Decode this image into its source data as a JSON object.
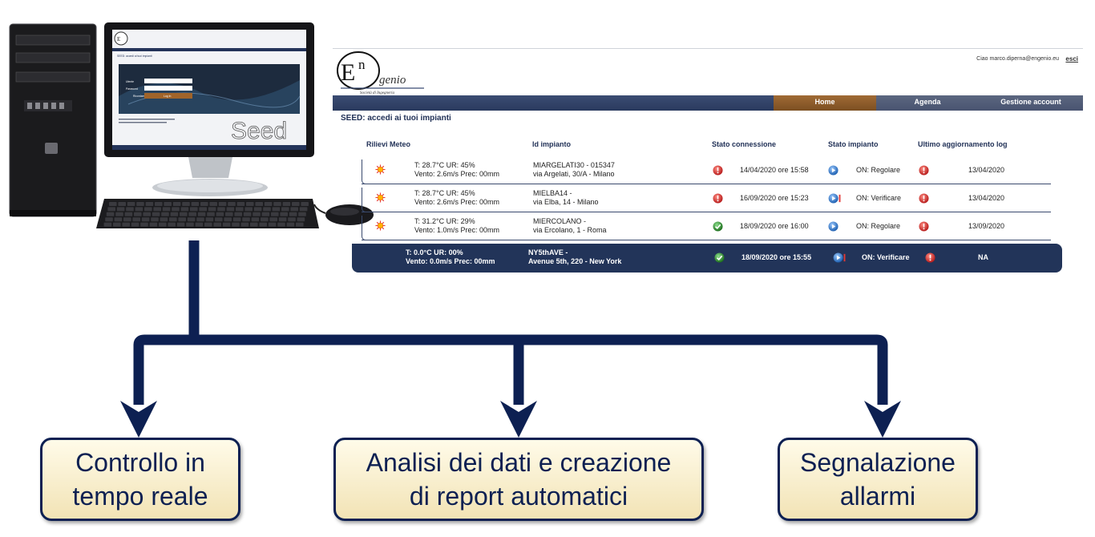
{
  "login_screen": {
    "heading": "SEED: accedi ai tuoi impianti",
    "user_label": "Utente",
    "password_label": "Password",
    "remember_label": "Ricordami",
    "login_button": "Log In",
    "brand": "Seed"
  },
  "app": {
    "logo_text": "genio",
    "logo_tagline": "Società di Ingegneria",
    "user_greeting": "Ciao marco.diperna@engenio.eu",
    "logout_label": "esci",
    "nav": {
      "home": "Home",
      "agenda": "Agenda",
      "account": "Gestione account"
    },
    "title": "SEED: accedi ai tuoi impianti",
    "columns": {
      "meteo": "Rilievi Meteo",
      "id": "Id impianto",
      "connection": "Stato connessione",
      "plant_status": "Stato impianto",
      "last_log": "Ultimo aggiornamento log"
    },
    "rows": [
      {
        "meteo_1": "T: 28.7°C UR: 45%",
        "meteo_2": "Vento: 2.6m/s Prec: 00mm",
        "id_1": "MIARGELATI30 - 015347",
        "id_2": "via Argelati, 30/A - Milano",
        "connection": "14/04/2020 ore 15:58",
        "plant_status": "ON: Regolare",
        "last_log": "13/04/2020"
      },
      {
        "meteo_1": "T: 28.7°C UR: 45%",
        "meteo_2": "Vento: 2.6m/s Prec: 00mm",
        "id_1": "MIELBA14 -",
        "id_2": "via Elba, 14 - Milano",
        "connection": "16/09/2020 ore 15:23",
        "plant_status": "ON: Verificare",
        "last_log": "13/04/2020"
      },
      {
        "meteo_1": "T: 31.2°C UR: 29%",
        "meteo_2": "Vento: 1.0m/s Prec: 00mm",
        "id_1": "MIERCOLANO -",
        "id_2": "via Ercolano, 1 - Roma",
        "connection": "18/09/2020 ore 16:00",
        "plant_status": "ON: Regolare",
        "last_log": "13/09/2020"
      },
      {
        "meteo_1": "T: 0.0°C UR: 00%",
        "meteo_2": "Vento: 0.0m/s Prec: 00mm",
        "id_1": "NY5thAVE -",
        "id_2": "Avenue 5th, 220 - New York",
        "connection": "18/09/2020 ore 15:55",
        "plant_status": "ON: Verificare",
        "last_log": "NA"
      }
    ]
  },
  "features": {
    "realtime": "Controllo in\ntempo reale",
    "analysis": "Analisi dei dati e creazione\ndi report automatici",
    "alarms": "Segnalazione\nallarmi"
  },
  "colors": {
    "navy": "#0d2052",
    "box_fill": "#f7ecc8",
    "nav_home": "#8a5a2b",
    "ok": "#2e8b2e",
    "alert": "#c62828",
    "play": "#2f7fd0"
  }
}
